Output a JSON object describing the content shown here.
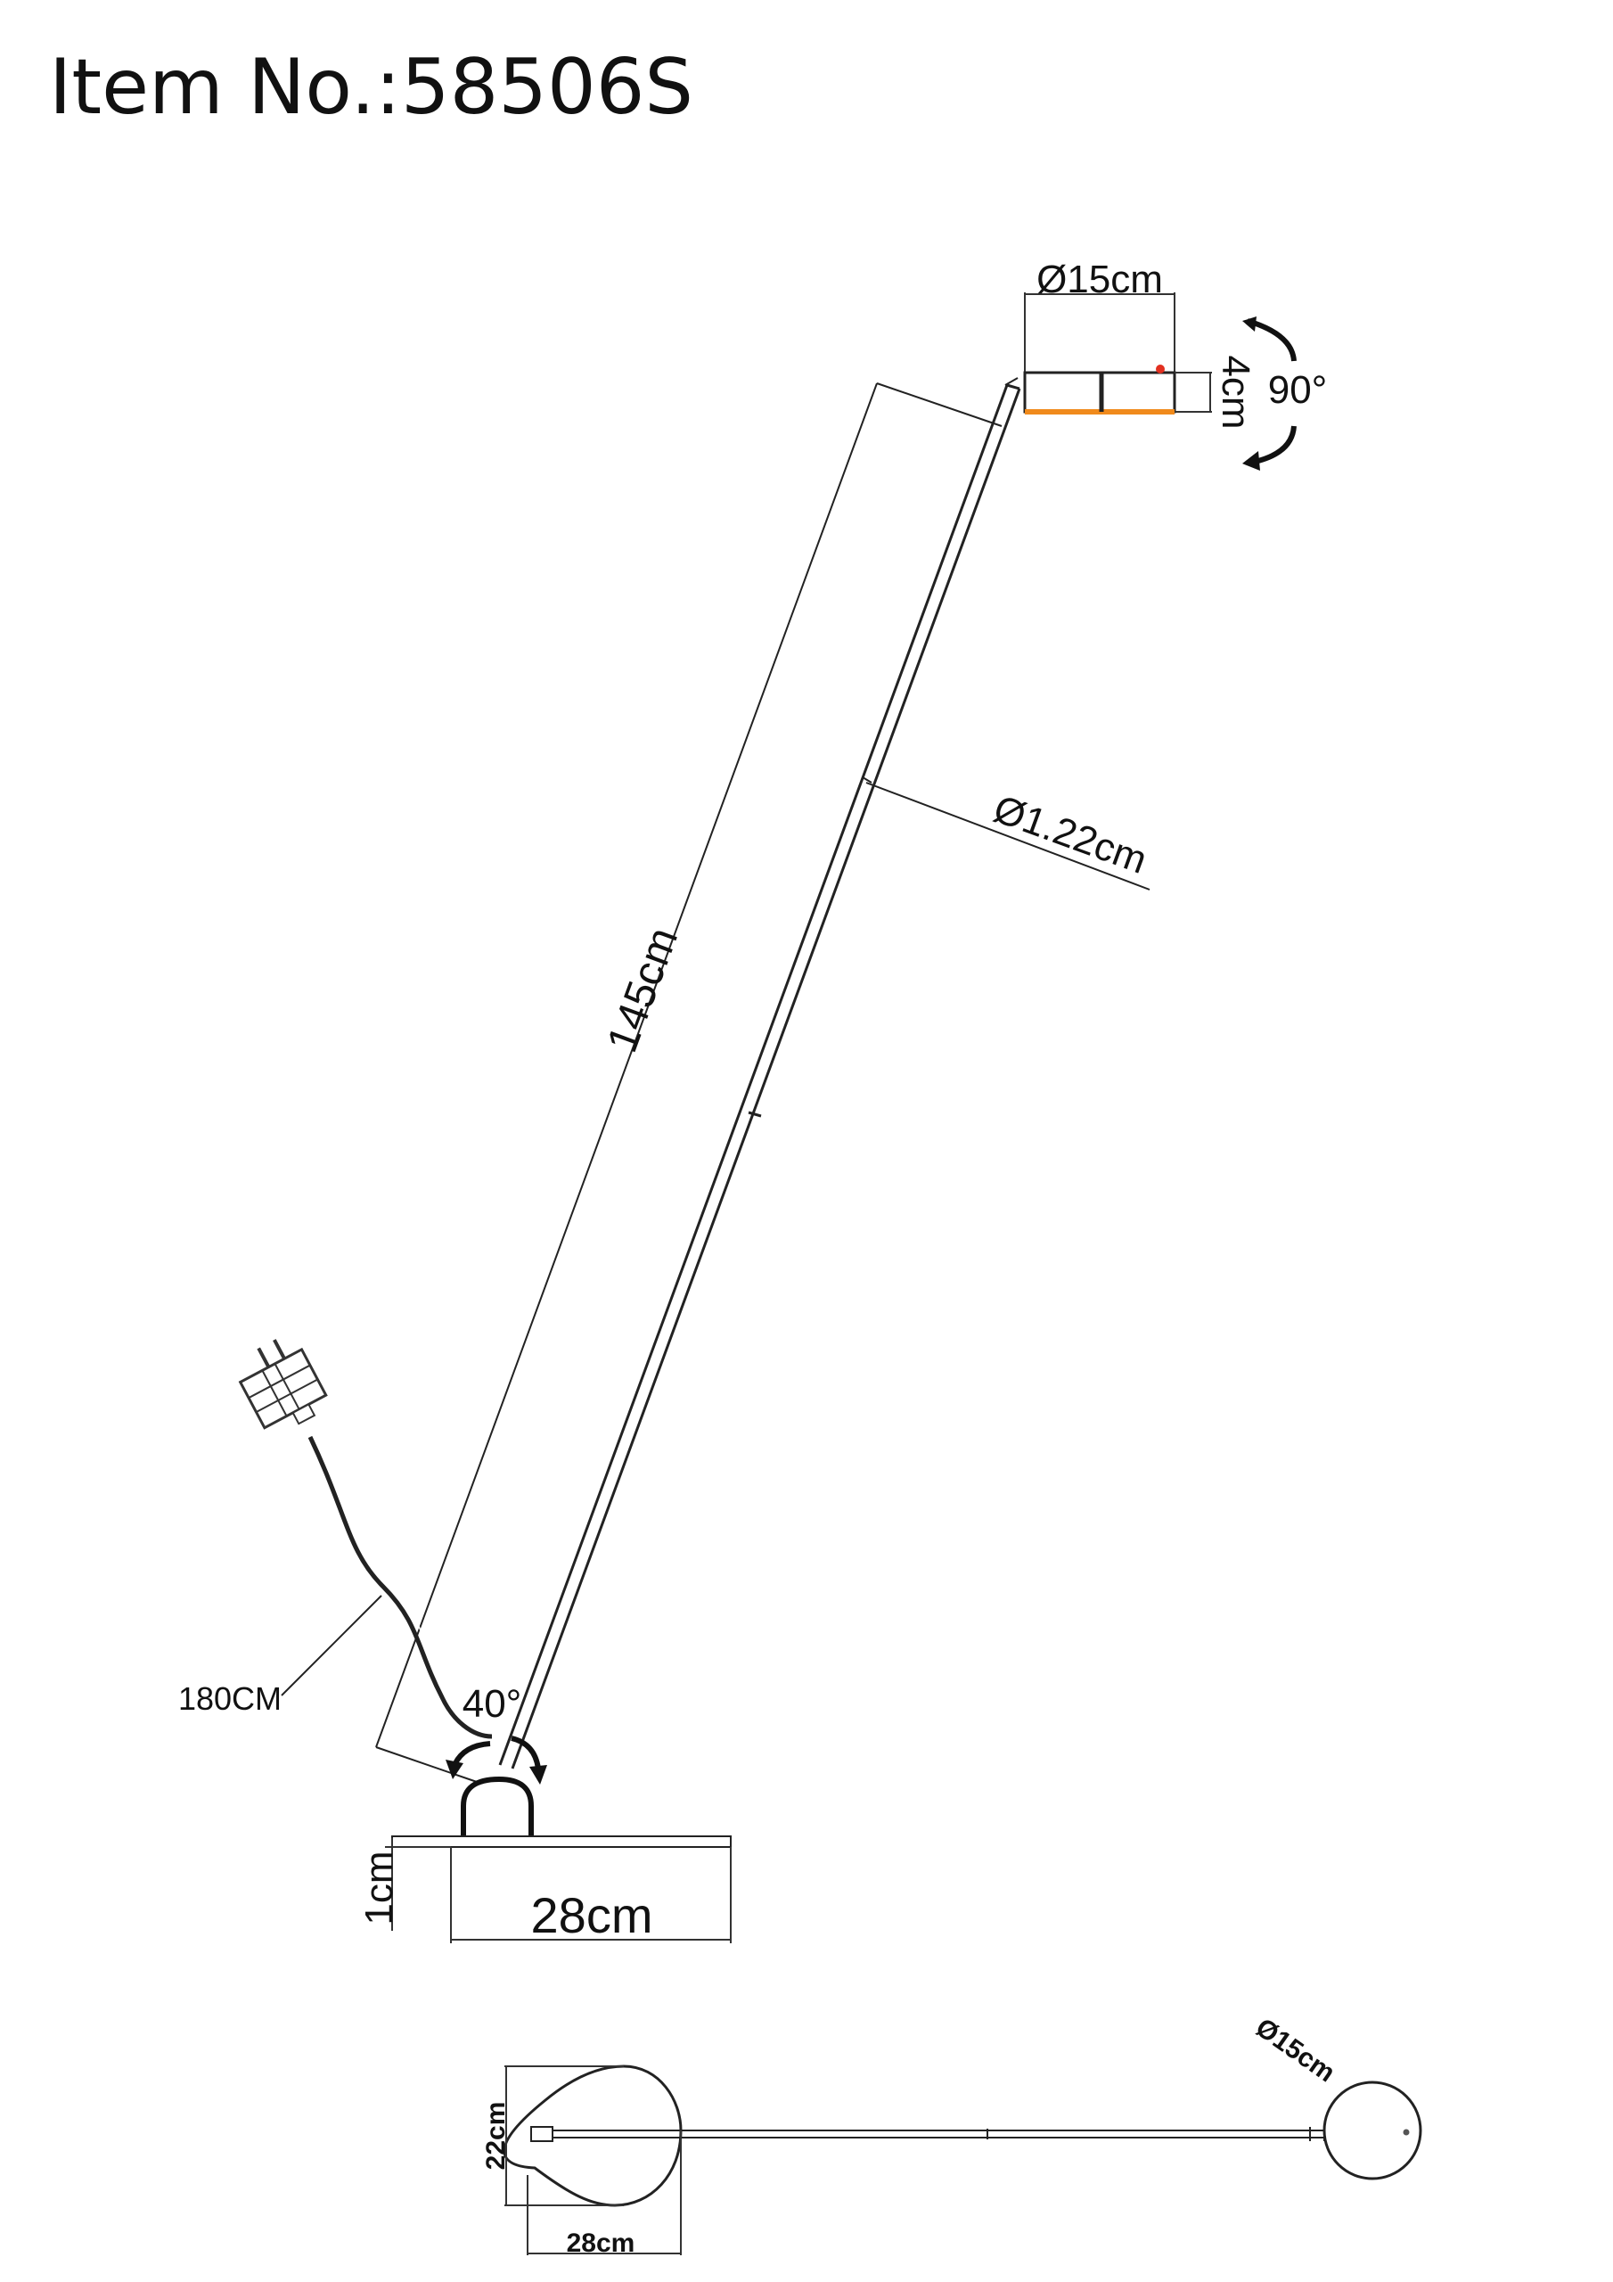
{
  "title": "Item No.:58506S",
  "side_view": {
    "head_diameter": "Ø15cm",
    "head_height": "4cm",
    "head_rotation": "90°",
    "arm_length": "145cm",
    "arm_diameter": "Ø1.22cm",
    "cable_length": "180CM",
    "base_rotation": "40°",
    "base_width": "28cm",
    "base_thickness": "1cm"
  },
  "top_view": {
    "head_diameter": "Ø15cm",
    "base_depth": "22cm",
    "base_width": "28cm"
  },
  "colors": {
    "line": "#222222",
    "led_strip": "#f08a1c",
    "indicator": "#e23020"
  }
}
